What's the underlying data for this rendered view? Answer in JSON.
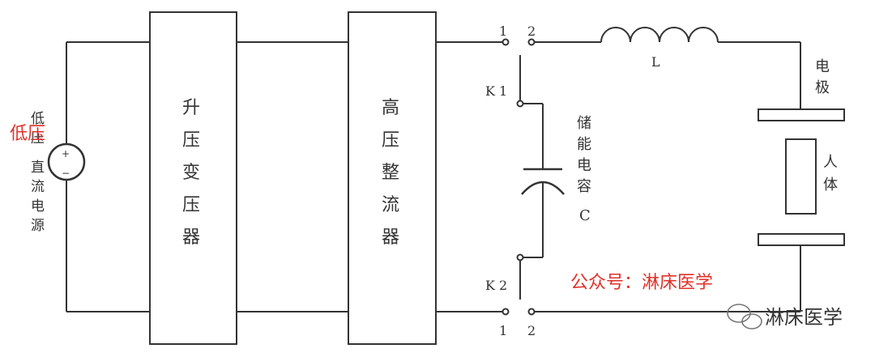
{
  "diagram": {
    "source": {
      "label": [
        "低",
        "压",
        "直",
        "流",
        "电",
        "源"
      ],
      "plus": "+",
      "minus": "−"
    },
    "red_source_label": "低压",
    "block_step_up": {
      "label": [
        "升",
        "压",
        "变",
        "压",
        "器"
      ]
    },
    "block_rectifier": {
      "label": [
        "高",
        "压",
        "整",
        "流",
        "器"
      ]
    },
    "switch_k1": {
      "name": "K 1",
      "pos1": "1",
      "pos2": "2"
    },
    "switch_k2": {
      "name": "K 2",
      "pos1": "1",
      "pos2": "2"
    },
    "inductor": {
      "label": "L"
    },
    "capacitor": {
      "label": [
        "储",
        "能",
        "电",
        "容",
        "C"
      ]
    },
    "electrode": {
      "label": [
        "电",
        "极"
      ]
    },
    "body": {
      "label": [
        "人",
        "体"
      ]
    },
    "watermark": {
      "account": "公众号：淋床医学",
      "brand": "淋床医学"
    }
  },
  "colors": {
    "line": "#333333",
    "accent": "#e0302a"
  }
}
